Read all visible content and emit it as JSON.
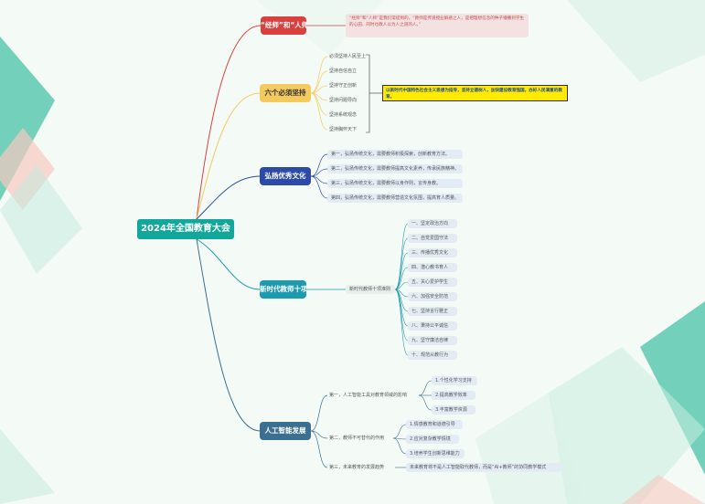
{
  "root": {
    "label": "2024年全国教育大会"
  },
  "colors": {
    "red": "#d9413f",
    "yellow": "#f4c95d",
    "blue": "#2d4aa6",
    "teal": "#1b9ab0",
    "slate": "#3b6e8f"
  },
  "branches": {
    "b1": {
      "label": "“经师”和“人师”",
      "note": "“经师”和“人师”是我们常提到的，“教师是传道授业解惑之人，是把理想信念的种子播撒到学生的心田、同时也教人以为人之道的人。”"
    },
    "b2": {
      "label": "六个必须坚持",
      "items": [
        "必须坚持人民至上",
        "坚持自信自立",
        "坚持守正创新",
        "坚持问题导向",
        "坚持系统观念",
        "坚持胸怀天下"
      ],
      "note": "以新时代中国特色社会主义思想为指导，坚持立德树人，加快建设教育强国，办好人民满意的教育。"
    },
    "b3": {
      "label": "弘扬优秀文化",
      "items": [
        "第一，弘扬传统文化，需要教师积极探索，创新教育方法。",
        "第二，弘扬传统文化，需要教师提高文化素养，传承民族精神。",
        "第三，弘扬传统文化，需要教师以身作则，言传身教。",
        "第四，弘扬传统文化，需要教师营造文化氛围，提高育人质量。"
      ]
    },
    "b4": {
      "label": "新时代教师十项准则",
      "mid": "新时代教师十项准则",
      "items": [
        "一、坚定政治方向",
        "二、自觉爱国守法",
        "三、传播优秀文化",
        "四、潜心教书育人",
        "五、关心爱护学生",
        "六、加强安全防范",
        "七、坚持言行雅正",
        "八、秉持公平诚信",
        "九、坚守廉洁自律",
        "十、规范从教行为"
      ]
    },
    "b5": {
      "label": "人工智能发展",
      "groups": [
        {
          "label": "第一，人工智能工具对教育领域的影响",
          "items": [
            "1.个性化学习支持",
            "2.提高教学效率",
            "3.丰富教学资源"
          ]
        },
        {
          "label": "第二，教师不可替代的作用",
          "items": [
            "1.情感教育和道德引导",
            "2.应对复杂教学情境",
            "3.培养学生创新思维能力"
          ]
        },
        {
          "label": "第三，未来教育的发展趋势",
          "items": [
            "未来教育将不是人工智能取代教师，而是“AI+教师”的协同教学模式"
          ]
        }
      ]
    }
  }
}
